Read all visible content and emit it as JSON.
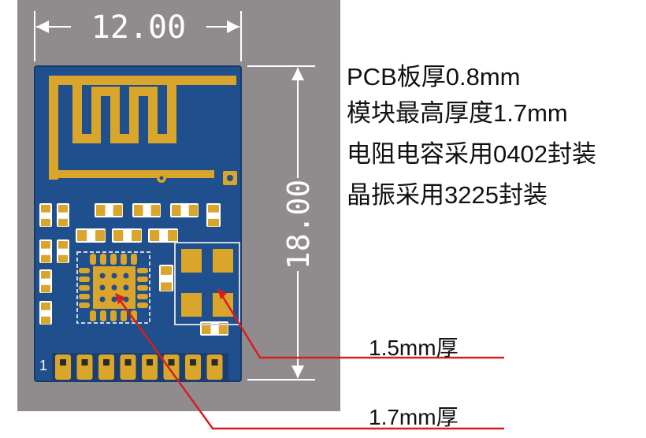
{
  "dimensions": {
    "width_label": "12.00",
    "height_label": "18.00"
  },
  "pin_label": "1",
  "specs": [
    "PCB板厚0.8mm",
    "模块最高厚度1.7mm",
    "电阻电容采用0402封装",
    "晶振采用3225封装"
  ],
  "callouts": {
    "crystal": "1.5mm厚",
    "ic": "1.7mm厚"
  },
  "colors": {
    "background_panel": "#908c8d",
    "pcb": "#1f4f8c",
    "gold": "#d9a52b",
    "dimension_line": "#ffffff",
    "annotation_line": "#d81e1e"
  }
}
